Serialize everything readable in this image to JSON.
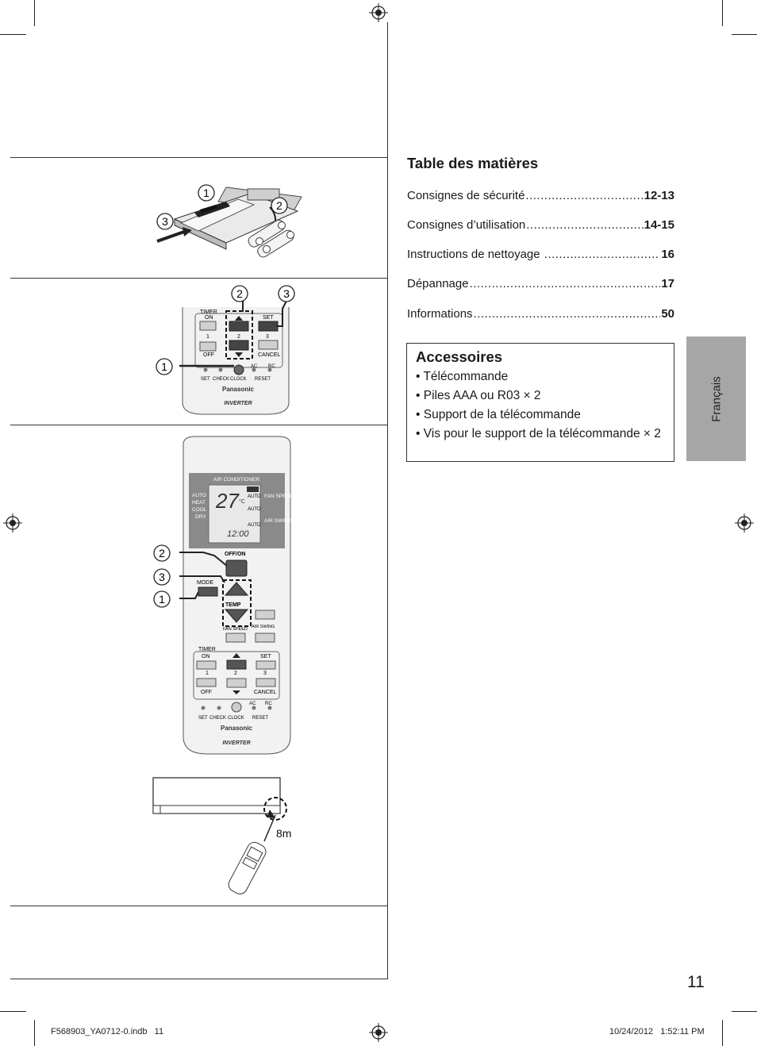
{
  "toc": {
    "title": "Table des matières",
    "entries": [
      {
        "label": "Consignes de sécurité",
        "page": "12-13"
      },
      {
        "label": "Consignes d’utilisation",
        "page": "14-15"
      },
      {
        "label": "Instructions de nettoyage ",
        "page": "16"
      },
      {
        "label": "Dépannage",
        "page": "17"
      },
      {
        "label": "Informations",
        "page": "50"
      }
    ]
  },
  "accessories": {
    "title": "Accessoires",
    "items": [
      "Télécommande",
      "Piles AAA ou R03 × 2",
      "Support de la télécommande",
      "Vis pour le support de la télécommande × 2"
    ]
  },
  "language_tab": "Français",
  "page_number": "11",
  "footer": {
    "file": "F568903_YA0712-0.indb   11",
    "timestamp": "10/24/2012   1:52:11 PM"
  },
  "figures": {
    "battery_markers": [
      "1",
      "2",
      "3"
    ],
    "clock_markers": [
      "2",
      "3",
      "1"
    ],
    "main_markers": [
      "2",
      "3",
      "1"
    ],
    "distance_label": "8m",
    "remote": {
      "timer": "TIMER",
      "on": "ON",
      "off": "OFF",
      "one": "1",
      "two": "2",
      "three": "3",
      "set": "SET",
      "cancel": "CANCEL",
      "set_small": "SET",
      "check": "CHECK",
      "clock": "CLOCK",
      "reset": "RESET",
      "ac": "AC",
      "rc": "RC",
      "brand": "Panasonic",
      "inverter": "INVERTER",
      "air_conditioner": "AIR CONDITIONER",
      "mode_list": [
        "AUTO",
        "HEAT",
        "COOL",
        "DRY"
      ],
      "temp_display": "27",
      "temp_unit": "°C",
      "auto": "AUTO",
      "fan_speed_label": "FAN SPEED",
      "air_swing_label": "AIR SWING",
      "clock_display": "12:00",
      "off_on": "OFF/ON",
      "mode": "MODE",
      "temp": "TEMP",
      "fan_speed_btn": "FAN SPEED",
      "air_swing_btn": "AIR SWING"
    }
  }
}
